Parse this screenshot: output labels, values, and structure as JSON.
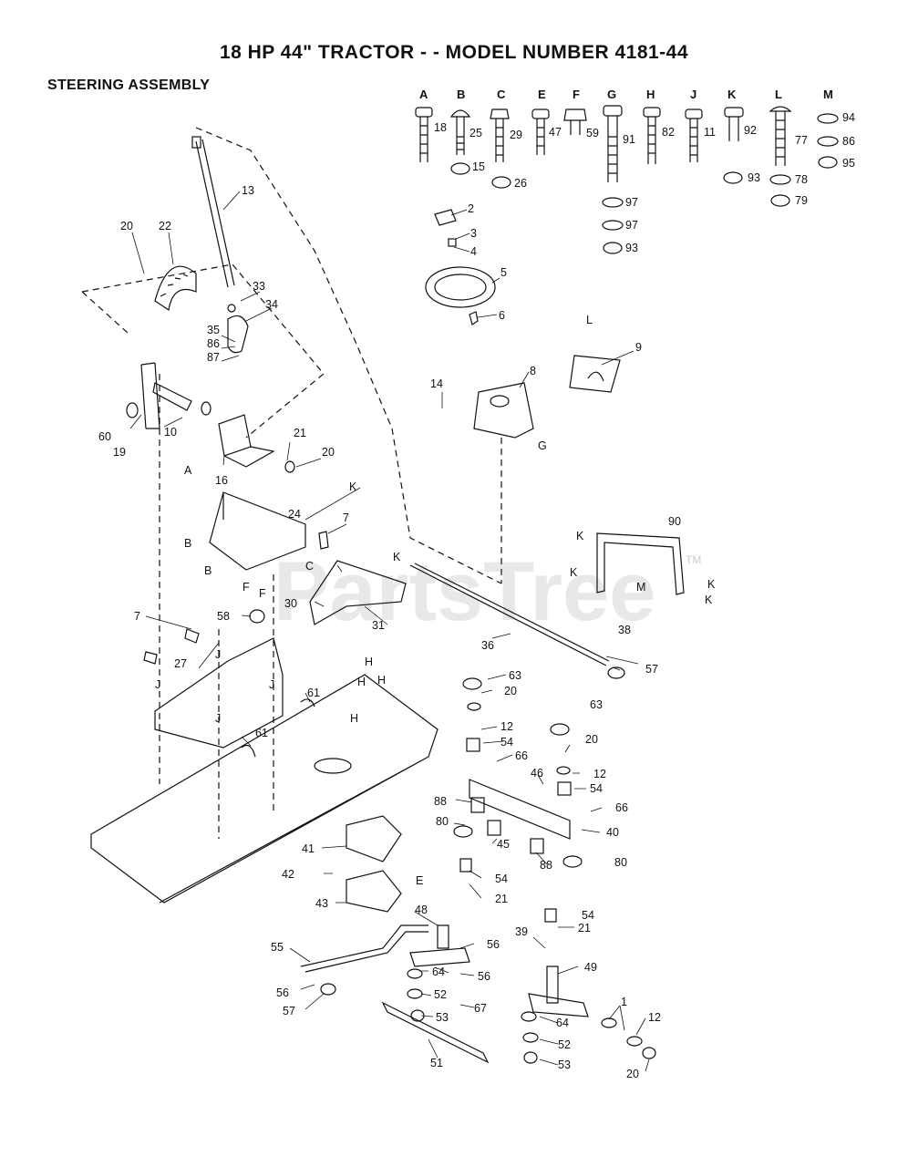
{
  "title": "18 HP 44\" TRACTOR - - MODEL NUMBER 4181-44",
  "subtitle": "STEERING ASSEMBLY",
  "watermark": {
    "text": "PartsTree",
    "tm": "TM"
  },
  "hardware_columns": [
    "A",
    "B",
    "C",
    "E",
    "F",
    "G",
    "H",
    "J",
    "K",
    "L",
    "M"
  ],
  "part_numbers": {
    "p1": "1",
    "p2": "2",
    "p3": "3",
    "p4": "4",
    "p5": "5",
    "p6": "6",
    "p7": "7",
    "p8": "8",
    "p9": "9",
    "p10": "10",
    "p11": "11",
    "p12": "12",
    "p13": "13",
    "p14": "14",
    "p15": "15",
    "p16": "16",
    "p18": "18",
    "p19": "19",
    "p20": "20",
    "p21": "21",
    "p22": "22",
    "p24": "24",
    "p25": "25",
    "p26": "26",
    "p27": "27",
    "p29": "29",
    "p30": "30",
    "p31": "31",
    "p33": "33",
    "p34": "34",
    "p35": "35",
    "p36": "36",
    "p38": "38",
    "p39": "39",
    "p40": "40",
    "p41": "41",
    "p42": "42",
    "p43": "43",
    "p45": "45",
    "p46": "46",
    "p47": "47",
    "p48": "48",
    "p49": "49",
    "p51": "51",
    "p52": "52",
    "p53": "53",
    "p54": "54",
    "p55": "55",
    "p56": "56",
    "p57": "57",
    "p58": "58",
    "p59": "59",
    "p60": "60",
    "p61": "61",
    "p63": "63",
    "p64": "64",
    "p66": "66",
    "p67": "67",
    "p77": "77",
    "p78": "78",
    "p79": "79",
    "p80": "80",
    "p82": "82",
    "p86": "86",
    "p87": "87",
    "p88": "88",
    "p90": "90",
    "p91": "91",
    "p92": "92",
    "p93": "93",
    "p94": "94",
    "p95": "95",
    "p97": "97"
  }
}
